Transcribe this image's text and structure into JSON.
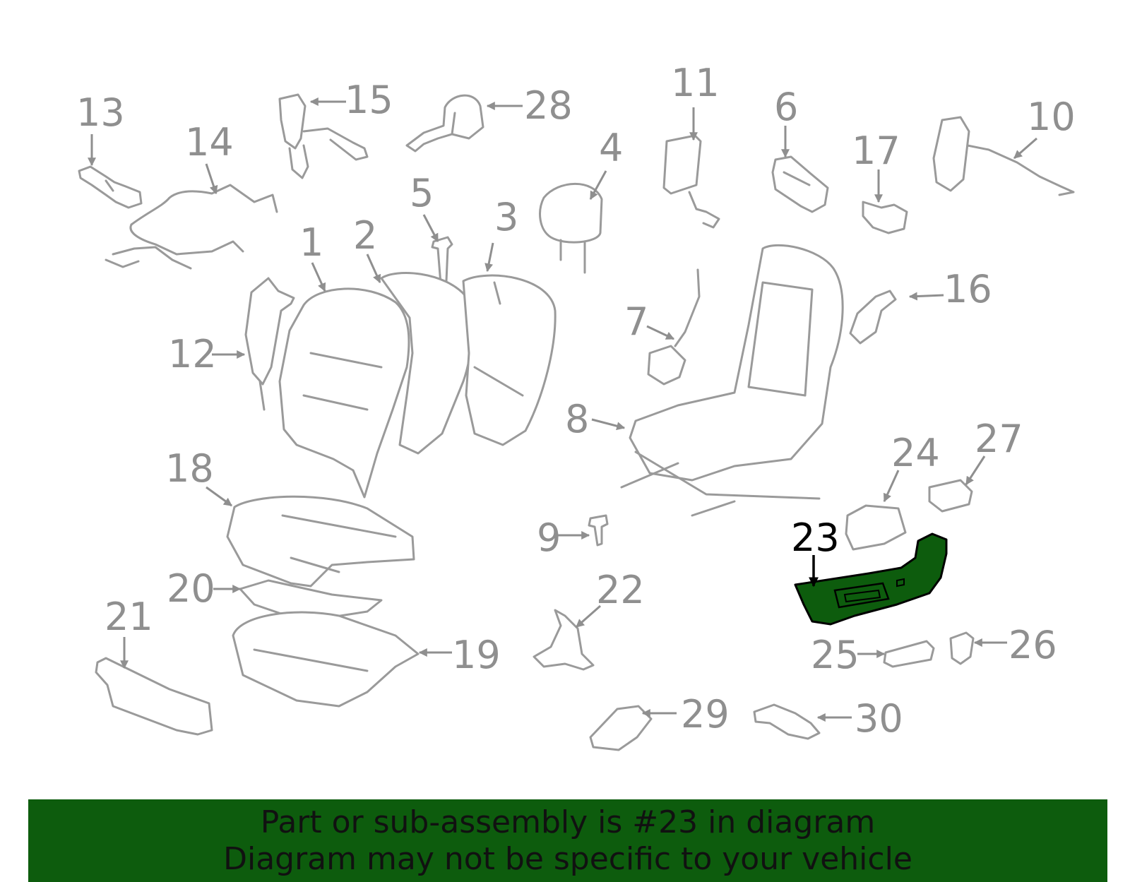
{
  "diagram": {
    "highlighted_part": "23",
    "highlight_color": "#0d5c0d",
    "part_color": "#9a9a9a",
    "callouts": [
      "1",
      "2",
      "3",
      "4",
      "5",
      "6",
      "7",
      "8",
      "9",
      "10",
      "11",
      "12",
      "13",
      "14",
      "15",
      "16",
      "17",
      "18",
      "19",
      "20",
      "21",
      "22",
      "23",
      "24",
      "25",
      "26",
      "27",
      "28",
      "29",
      "30"
    ]
  },
  "banner": {
    "background": "#0d5c0d",
    "line1": "Part or sub-assembly is #23 in diagram",
    "line2": "Diagram may not be specific to your vehicle"
  }
}
